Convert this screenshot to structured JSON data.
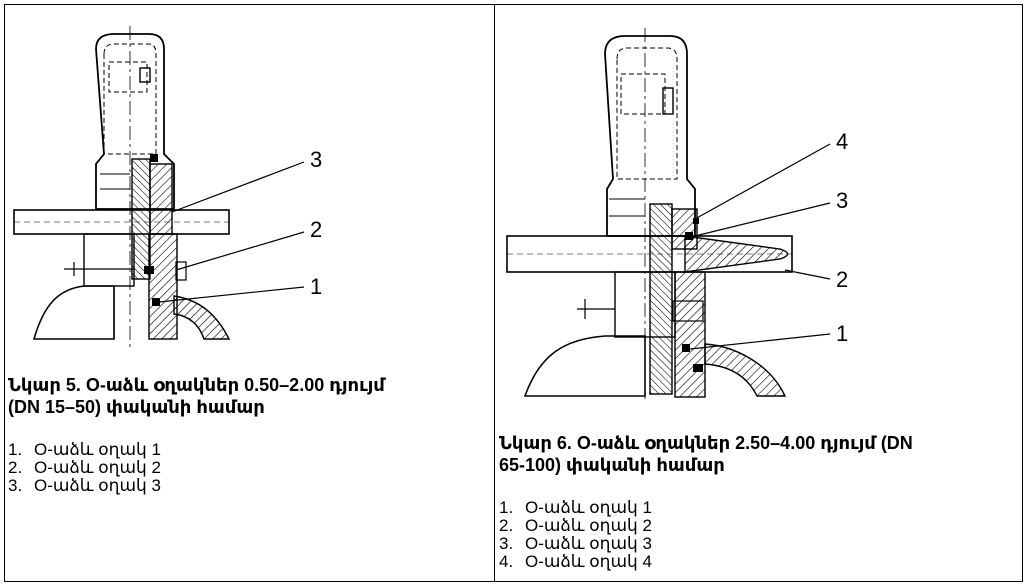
{
  "figure5": {
    "caption_line1": "Նկար 5. O-աձև օղակներ 0.50–2.00 դյույմ",
    "caption_line2": "(DN 15–50) փականի համար",
    "items": [
      {
        "num": "1.",
        "label": "O-աձև օղակ 1"
      },
      {
        "num": "2.",
        "label": "O-աձև օղակ 2"
      },
      {
        "num": "3.",
        "label": "O-աձև օղակ 3"
      }
    ],
    "callouts": [
      "3",
      "2",
      "1"
    ]
  },
  "figure6": {
    "caption_line1": "Նկար 6. O-աձև օղակներ 2.50–4.00 դյույմ (DN",
    "caption_line2": "65-100) փականի համար",
    "items": [
      {
        "num": "1.",
        "label": "O-աձև օղակ 1"
      },
      {
        "num": "2.",
        "label": "O-աձև օղակ 2"
      },
      {
        "num": "3.",
        "label": "O-աձև օղակ 3"
      },
      {
        "num": "4.",
        "label": "O-աձև օղակ 4"
      }
    ],
    "callouts": [
      "4",
      "3",
      "2",
      "1"
    ]
  }
}
